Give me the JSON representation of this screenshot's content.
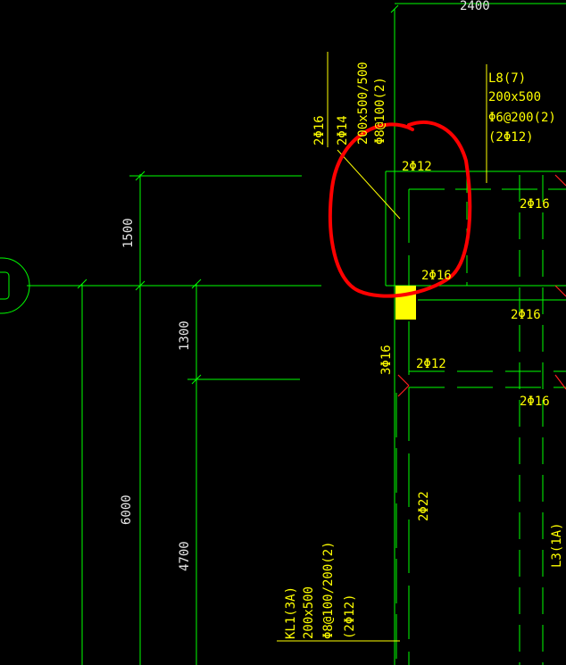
{
  "colors": {
    "background": "#000000",
    "line": "#00ff00",
    "annotation": "#ffff00",
    "dimension_text": "#e6e6e6",
    "markup": "#ff0000",
    "highlight": "#ffff00"
  },
  "dimensions": {
    "top": "2400",
    "d1500": "1500",
    "d1300": "1300",
    "d6000": "6000",
    "d4700": "4700"
  },
  "beam_l8": {
    "name": "L8(7)",
    "size": "200x500",
    "stirrup": "Φ6@200(2)",
    "top_bars": "(2Φ12)"
  },
  "beam_tilted": {
    "bars_a": "2Φ16",
    "bars_b": "2Φ14",
    "size": "200x500/500",
    "stirrup": "Φ8@100(2)"
  },
  "beam_kl1": {
    "name": "KL1(3A)",
    "size": "200x500",
    "stirrup": "Φ8@100/200(2)",
    "top_bars": "(2Φ12)"
  },
  "beam_l3": {
    "name": "L3(1A)"
  },
  "rebar_labels": {
    "r1": "2Φ12",
    "r2": "2Φ16",
    "r3": "2Φ16",
    "r4": "2Φ16",
    "r5": "2Φ12",
    "r6": "2Φ16",
    "r7": "3Φ16",
    "r8": "2Φ22"
  }
}
